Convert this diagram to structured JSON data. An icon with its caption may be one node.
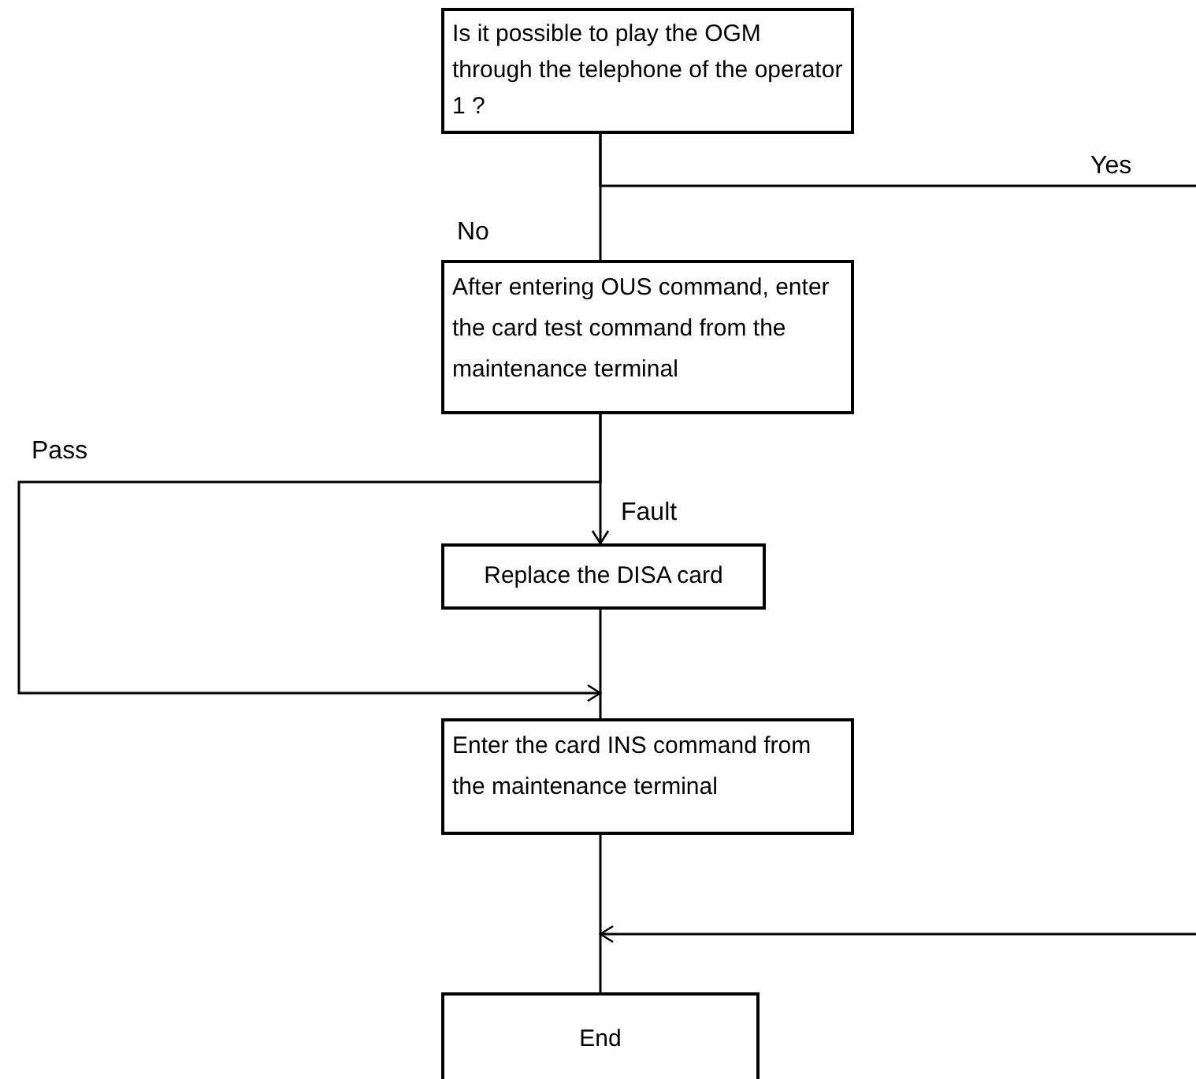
{
  "diagram": {
    "nodes": [
      {
        "text": [
          "Is it possible to play the OGM through the telephone of the operator 1 ?"
        ]
      },
      {
        "text": [
          "After entering OUS command, enter the card test command from the maintenance terminal"
        ]
      },
      {
        "text": [
          "Replace the DISA card"
        ]
      },
      {
        "text": [
          "Enter the card INS command from the maintenance terminal"
        ]
      },
      {
        "text": [
          "End"
        ]
      }
    ],
    "edges": [
      {
        "from": 0,
        "to": 1,
        "arrow": "none",
        "label": "No"
      },
      {
        "from": 0,
        "to": null,
        "arrow": "none",
        "label": "Yes"
      },
      {
        "from": 1,
        "to": 2,
        "arrow": "to",
        "label": "Fault"
      },
      {
        "from": 1,
        "to": 3,
        "arrow": "to",
        "label": "Pass"
      },
      {
        "from": 2,
        "to": 3,
        "arrow": "none"
      },
      {
        "from": 3,
        "to": 4,
        "arrow": "none"
      },
      {
        "from": null,
        "to": 4,
        "arrow": "to"
      }
    ]
  }
}
